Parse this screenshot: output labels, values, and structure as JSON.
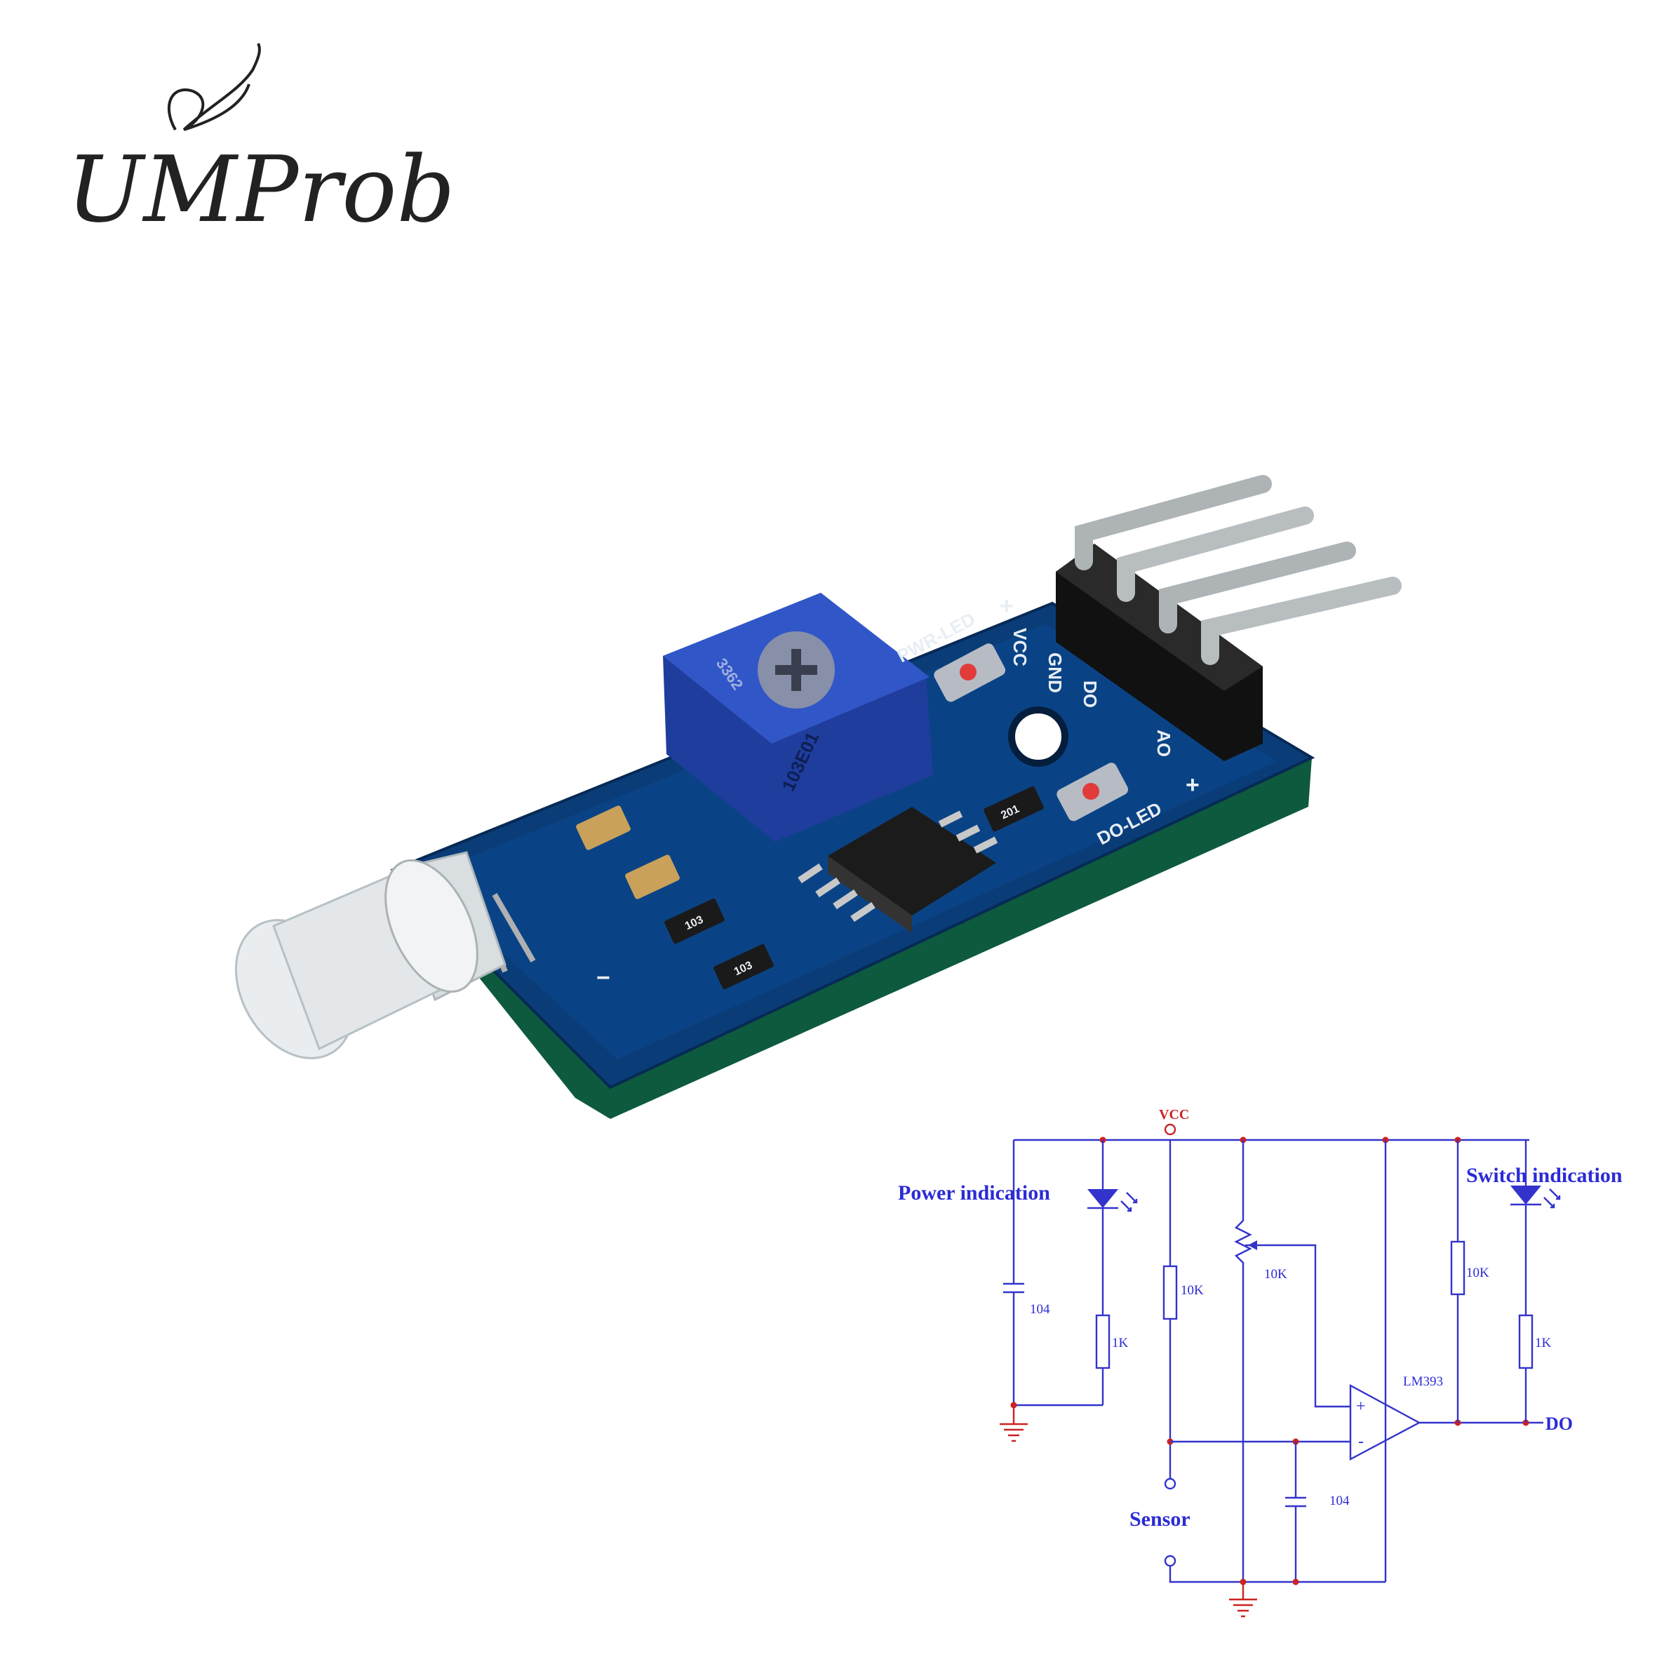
{
  "logo": {
    "text": "UMProb"
  },
  "board": {
    "silkscreen": {
      "pwr_led": "PWR-LED",
      "vcc": "VCC",
      "gnd": "GND",
      "do": "DO",
      "ao": "AO",
      "do_led": "DO-LED",
      "plus": "+",
      "minus": "−"
    },
    "components": {
      "potentiometer_code": "103E01",
      "pot_model": "3362",
      "resistor_1": "103",
      "resistor_2": "103",
      "resistor_3": "201"
    }
  },
  "schematic": {
    "vcc_label": "VCC",
    "power_indication_label": "Power indication",
    "switch_indication_label": "Switch indication",
    "sensor_label": "Sensor",
    "do_label": "DO",
    "opamp_label": "LM393",
    "values": {
      "cap_left": "104",
      "res_1k_left": "1K",
      "res_10k_sensor": "10K",
      "pot_10k": "10K",
      "res_10k_right": "10K",
      "res_1k_right": "1K",
      "cap_bottom": "104"
    },
    "colors": {
      "wire": "#3333cc",
      "vcc": "#cc2222",
      "ground": "#cc2222",
      "label": "#2b2bd6"
    }
  }
}
